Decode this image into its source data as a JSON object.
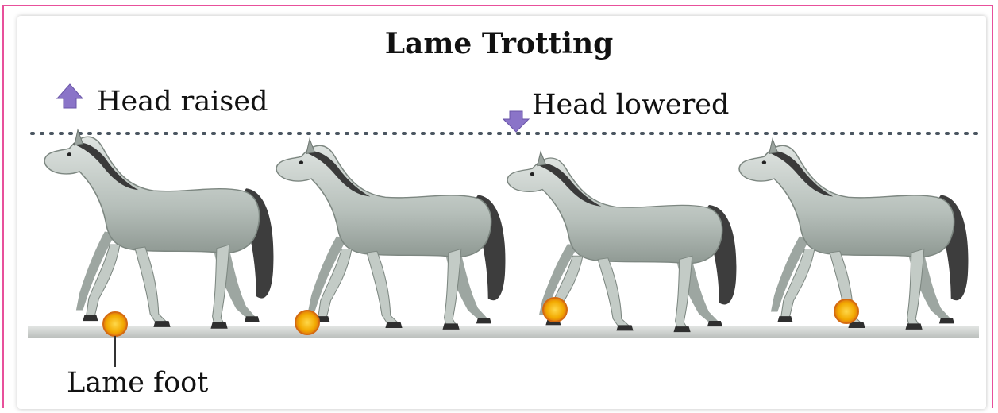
{
  "title": "Lame Trotting",
  "labels": {
    "head_raised": "Head raised",
    "head_lowered": "Head lowered",
    "lame_foot": "Lame foot"
  },
  "colors": {
    "arrow": "#8a74c8",
    "horse_body": "#b9c2bd",
    "horse_mane": "#3a3a3a",
    "hoof_marker": "#f2a900",
    "ground": "#c8ccc9",
    "frame": "#e8509b"
  },
  "icons": {
    "up_arrow": "up-arrow-icon",
    "down_arrow": "down-arrow-icon"
  }
}
